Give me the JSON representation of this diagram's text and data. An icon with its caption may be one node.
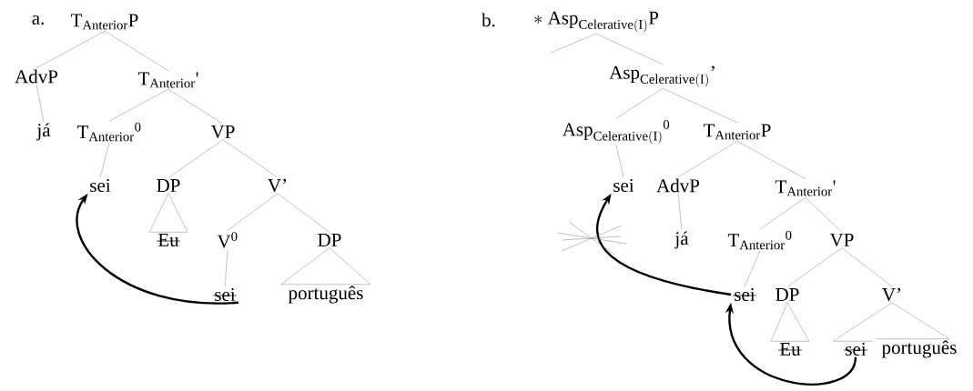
{
  "diagram": {
    "nodes": [
      {
        "text": [
          "T$_{Anterior}$P"
        ]
      },
      {
        "text": [
          "AdvP"
        ]
      },
      {
        "text": [
          "T$_{Anterior}$'"
        ]
      },
      {
        "text": [
          "já"
        ]
      },
      {
        "text": [
          "T$_{Anterior}$$^{0}$"
        ]
      },
      {
        "text": [
          "VP"
        ]
      },
      {
        "text": [
          "sei"
        ]
      },
      {
        "text": [
          "DP"
        ]
      },
      {
        "text": [
          "V’"
        ]
      },
      {
        "text": [
          "Eu"
        ]
      },
      {
        "text": [
          "V$^{0}$"
        ]
      },
      {
        "text": [
          "DP"
        ]
      },
      {
        "text": [
          "sei"
        ]
      },
      {
        "text": [
          "português"
        ]
      },
      {
        "text": [
          "\\mathrm{*\\ Asp}_{\\mathrm{Celerative(I)}}\\mathrm{P}"
        ]
      },
      {
        "text": [
          "\\mathrm{Asp}_{\\mathrm{Celerative(I)}}\\mathrm{’}"
        ]
      },
      {
        "text": [
          "\\mathrm{Asp}_{\\mathrm{Celerative(I)}}{}^{\\mathrm{0}}"
        ]
      },
      {
        "text": [
          "T$_{Anterior}$P"
        ]
      },
      {
        "text": [
          "sei"
        ]
      },
      {
        "text": [
          "AdvP"
        ]
      },
      {
        "text": [
          "T$_{Anterior}$'"
        ]
      },
      {
        "text": [
          "já"
        ]
      },
      {
        "text": [
          "T$_{Anterior}$$^{0}$"
        ]
      },
      {
        "text": [
          "VP"
        ]
      },
      {
        "text": [
          "sei"
        ]
      },
      {
        "text": [
          "DP"
        ]
      },
      {
        "text": [
          "V’"
        ]
      },
      {
        "text": [
          "Eu"
        ]
      },
      {
        "text": [
          "sei"
        ]
      },
      {
        "text": [
          "português"
        ]
      }
    ],
    "edges": [
      {
        "from": 0,
        "to": 1,
        "arrow": "none"
      },
      {
        "from": 0,
        "to": 2,
        "arrow": "none"
      },
      {
        "from": 1,
        "to": 3,
        "arrow": "none"
      },
      {
        "from": 2,
        "to": 4,
        "arrow": "none"
      },
      {
        "from": 2,
        "to": 5,
        "arrow": "none"
      },
      {
        "from": 4,
        "to": 6,
        "arrow": "none"
      },
      {
        "from": 5,
        "to": 7,
        "arrow": "none"
      },
      {
        "from": 5,
        "to": 8,
        "arrow": "none"
      },
      {
        "from": 7,
        "to": 9,
        "arrow": "none"
      },
      {
        "from": 8,
        "to": 10,
        "arrow": "none"
      },
      {
        "from": 8,
        "to": 11,
        "arrow": "none"
      },
      {
        "from": 10,
        "to": 12,
        "arrow": "none"
      },
      {
        "from": 11,
        "to": 13,
        "arrow": "none"
      },
      {
        "from": 12,
        "to": 6,
        "arrow": "to",
        "style": "thick",
        "color": "#000000"
      },
      {
        "from": 14,
        "to": null,
        "arrow": "none"
      },
      {
        "from": 14,
        "to": 15,
        "arrow": "none"
      },
      {
        "from": 15,
        "to": 16,
        "arrow": "none"
      },
      {
        "from": 15,
        "to": 17,
        "arrow": "none"
      },
      {
        "from": 16,
        "to": 18,
        "arrow": "none"
      },
      {
        "from": 17,
        "to": 19,
        "arrow": "none"
      },
      {
        "from": 17,
        "to": 20,
        "arrow": "none"
      },
      {
        "from": 19,
        "to": 21,
        "arrow": "none"
      },
      {
        "from": 20,
        "to": 22,
        "arrow": "none"
      },
      {
        "from": 20,
        "to": 23,
        "arrow": "none"
      },
      {
        "from": 22,
        "to": 24,
        "arrow": "none"
      },
      {
        "from": 23,
        "to": 25,
        "arrow": "none"
      },
      {
        "from": 23,
        "to": 26,
        "arrow": "none"
      },
      {
        "from": 25,
        "to": 27,
        "arrow": "none"
      },
      {
        "from": 26,
        "to": 28,
        "arrow": "none"
      },
      {
        "from": 26,
        "to": 29,
        "arrow": "none"
      },
      {
        "from": 28,
        "to": 24,
        "arrow": "to",
        "style": "thick",
        "color": "#000000"
      },
      {
        "from": 24,
        "to": 18,
        "arrow": "to",
        "style": "thick",
        "color": "#000000"
      }
    ],
    "labels": [
      "a.",
      "b."
    ]
  }
}
